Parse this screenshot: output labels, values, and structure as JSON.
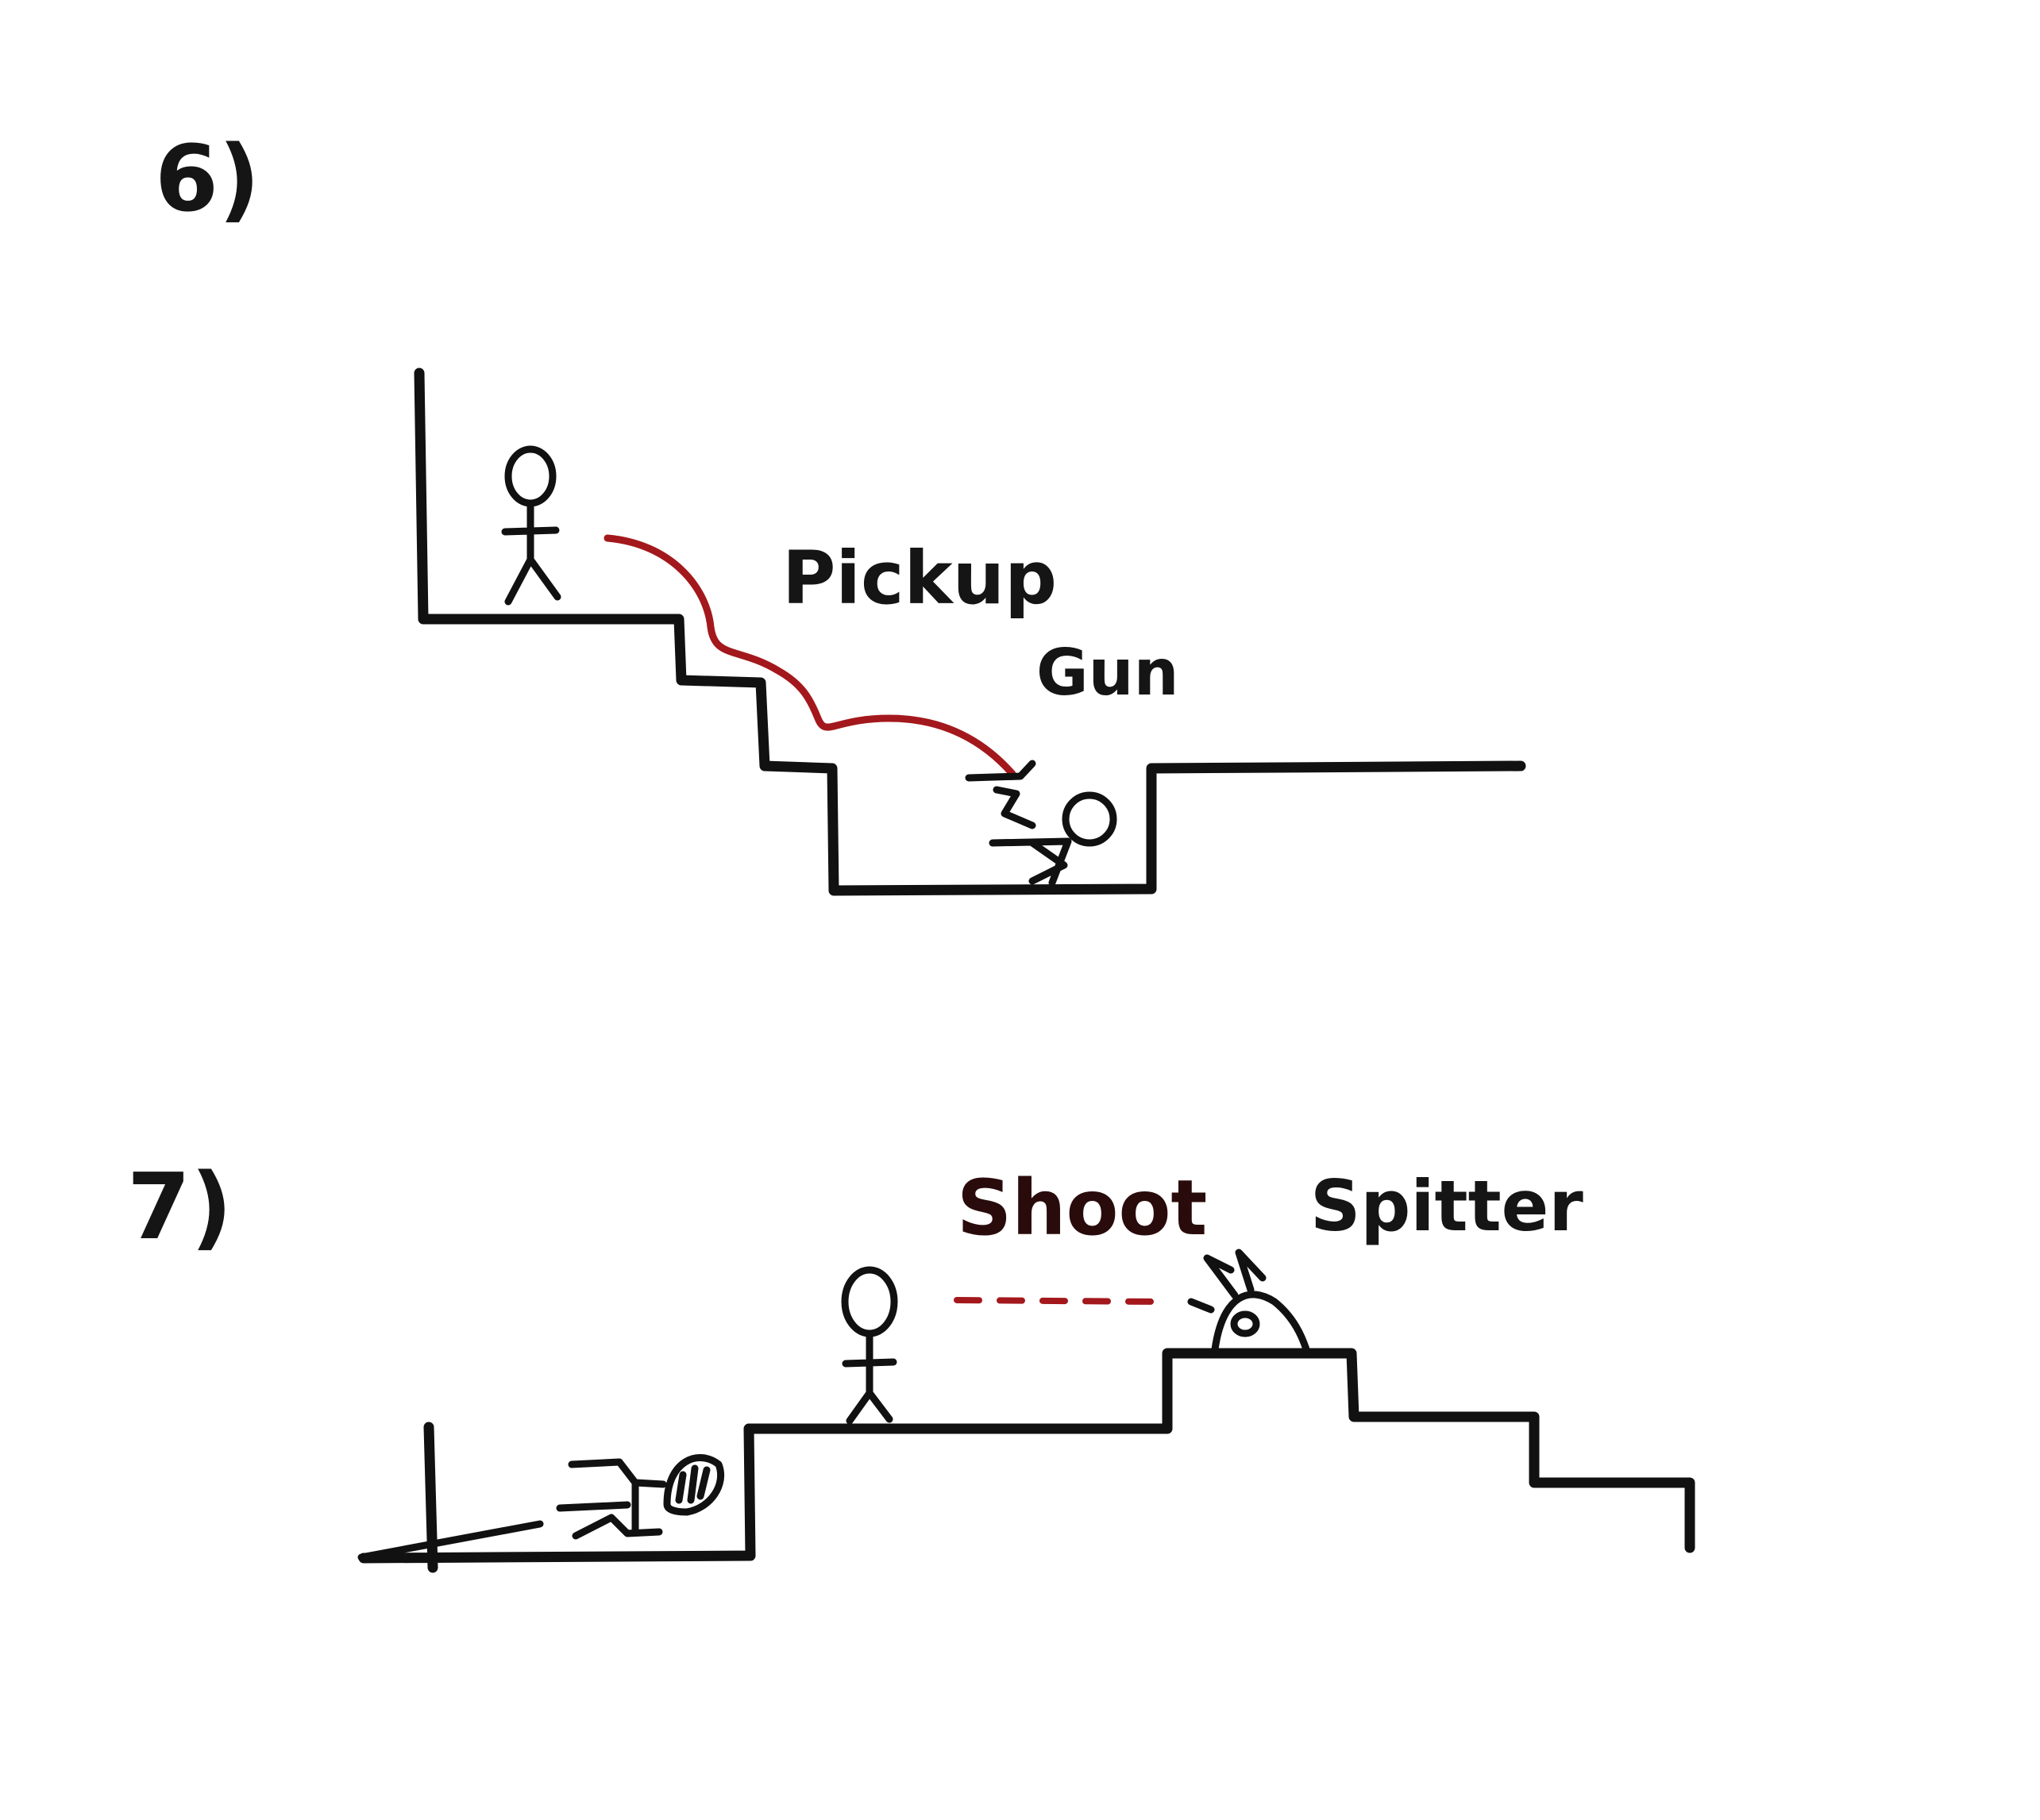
{
  "panels": [
    {
      "number": "6)",
      "action_label": [
        "Pickup",
        "Gun"
      ]
    },
    {
      "number": "7)",
      "action_label": "Shoot",
      "enemy_label": "Spitter"
    }
  ],
  "colors": {
    "ink": "#111111",
    "action_red": "#a3181c",
    "paper": "#ffffff"
  }
}
